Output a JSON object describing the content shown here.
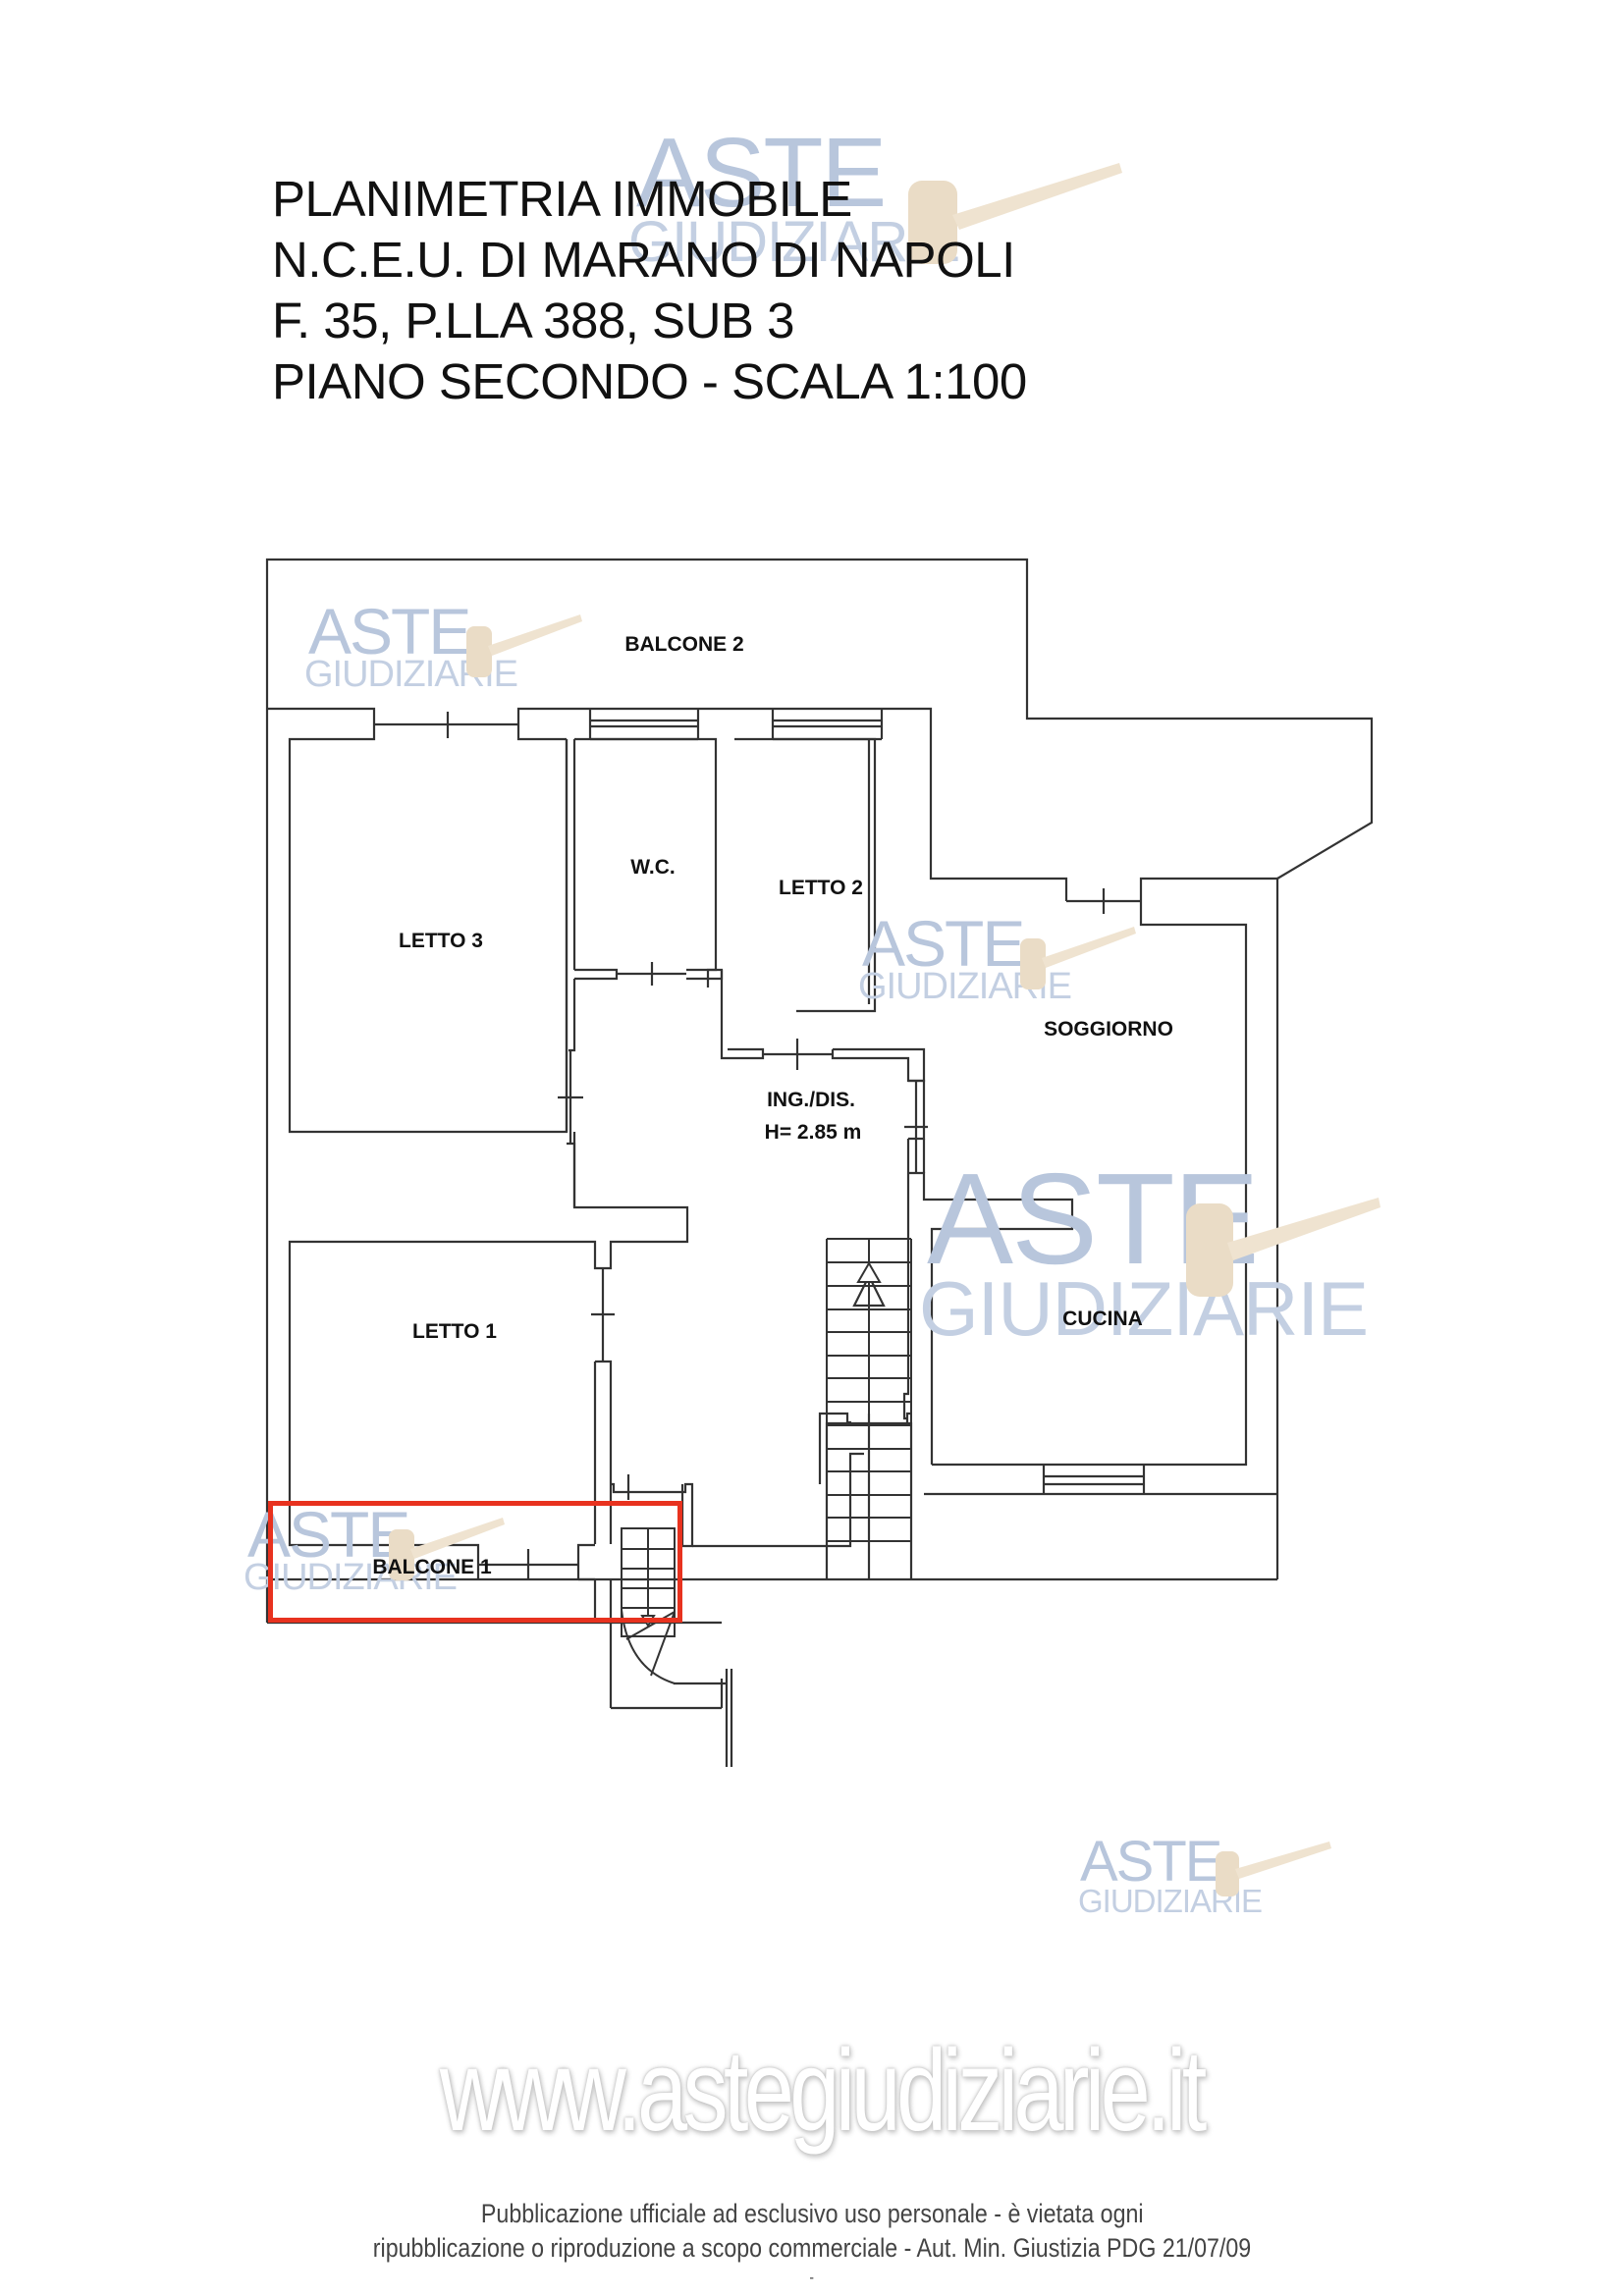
{
  "document": {
    "title_lines": [
      "PLANIMETRIA IMMOBILE",
      "N.C.E.U. DI MARANO DI NAPOLI",
      "F. 35, P.LLA 388, SUB 3",
      "PIANO SECONDO - SCALA 1:100"
    ]
  },
  "floor_plan": {
    "rooms": {
      "balcone_2": "BALCONE 2",
      "wc": "W.C.",
      "letto_2": "LETTO 2",
      "letto_3": "LETTO 3",
      "soggiorno": "SOGGIORNO",
      "ingresso": "ING./DIS.",
      "height": "H= 2.85 m",
      "letto_1": "LETTO 1",
      "cucina": "CUCINA",
      "balcone_1": "BALCONE 1"
    },
    "highlight_color": "#e8321f",
    "wall_color": "#333333"
  },
  "watermark": {
    "brand_top": "ASTE",
    "brand_bottom": "GIUDIZIARIE",
    "text_color": "#b8c6dc",
    "gavel_color": "#e8d8c0"
  },
  "site_url": "www.astegiudiziarie.it",
  "footer": {
    "line1": "Pubblicazione ufficiale ad esclusivo uso personale - è vietata ogni",
    "line2": "ripubblicazione o riproduzione a scopo commerciale - Aut. Min. Giustizia PDG 21/07/09",
    "line3": "-"
  }
}
